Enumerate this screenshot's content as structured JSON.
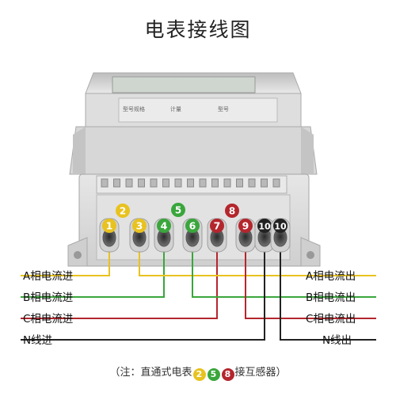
{
  "title": "电表接线图",
  "colors": {
    "yellow": "#e8c21f",
    "green": "#3aa63c",
    "red": "#b4262d",
    "black": "#222222",
    "body": "#dcdcdc",
    "panel": "#f1f1f1"
  },
  "meter_label_texts": [
    "型号规格",
    "计量",
    "型号"
  ],
  "group_markers": [
    {
      "num": "2",
      "color": "yellow"
    },
    {
      "num": "5",
      "color": "green"
    },
    {
      "num": "8",
      "color": "red"
    }
  ],
  "terminals": [
    {
      "num": "1",
      "color": "yellow"
    },
    {
      "num": "3",
      "color": "yellow"
    },
    {
      "num": "4",
      "color": "green"
    },
    {
      "num": "6",
      "color": "green"
    },
    {
      "num": "7",
      "color": "red"
    },
    {
      "num": "9",
      "color": "red"
    },
    {
      "num": "10",
      "color": "black"
    },
    {
      "num": "10",
      "color": "black"
    }
  ],
  "left_labels": [
    "A相电流进",
    "B相电流进",
    "C相电流进",
    "N线进"
  ],
  "right_labels": [
    "A相电流出",
    "B相电流出",
    "C相电流出",
    "N线出"
  ],
  "note": {
    "prefix": "（注：直通式电表",
    "badges": [
      {
        "num": "2",
        "color": "yellow"
      },
      {
        "num": "5",
        "color": "green"
      },
      {
        "num": "8",
        "color": "red"
      }
    ],
    "suffix": "接互感器）"
  }
}
